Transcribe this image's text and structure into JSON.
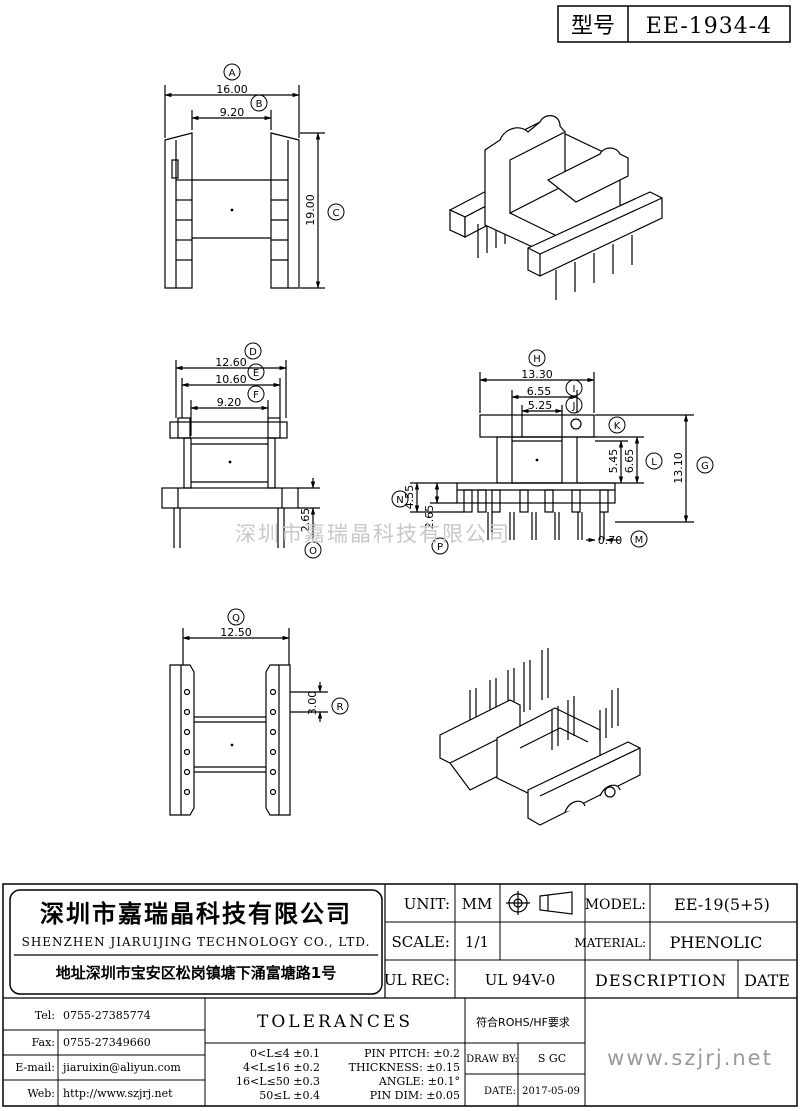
{
  "model_box": {
    "label": "型号",
    "value": "EE-1934-4"
  },
  "views": {
    "top": {
      "callouts": {
        "a": "A",
        "b": "B",
        "c": "C"
      },
      "dims": {
        "a": "16.00",
        "b": "9.20",
        "c": "19.00"
      }
    },
    "front": {
      "callouts": {
        "d": "D",
        "e": "E",
        "f": "F",
        "o": "O"
      },
      "dims": {
        "d": "12.60",
        "e": "10.60",
        "f": "9.20",
        "o": "2.65"
      }
    },
    "side": {
      "callouts": {
        "h": "H",
        "i": "I",
        "j": "J",
        "k": "K",
        "l": "L",
        "g": "G",
        "n": "N",
        "p": "P",
        "m": "M"
      },
      "dims": {
        "h": "13.30",
        "i": "6.55",
        "j": "5.25",
        "k": "5.45",
        "l": "6.65",
        "g": "13.10",
        "n": "4.55",
        "p": "2.65",
        "m": "0.70"
      }
    },
    "bottom": {
      "callouts": {
        "q": "Q",
        "r": "R"
      },
      "dims": {
        "q": "12.50",
        "r": "3.00"
      }
    }
  },
  "watermark": "深圳市嘉瑞晶科技有限公司",
  "company": {
    "name_cn": "深圳市嘉瑞晶科技有限公司",
    "name_en": "SHENZHEN JIARUIJING TECHNOLOGY CO., LTD.",
    "address": "地址深圳市宝安区松岗镇塘下涌富塘路1号"
  },
  "title_block": {
    "unit_label": "UNIT:",
    "unit_value": "MM",
    "scale_label": "SCALE:",
    "scale_value": "1/1",
    "ulrec_label": "UL REC:",
    "ulrec_value": "UL 94V-0",
    "model_label": "MODEL:",
    "model_value": "EE-19(5+5)",
    "material_label": "MATERIAL:",
    "material_value": "PHENOLIC",
    "description_label": "DESCRIPTION",
    "date_label": "DATE"
  },
  "contacts": [
    {
      "label": "Tel:",
      "value": "0755-27385774"
    },
    {
      "label": "Fax:",
      "value": "0755-27349660"
    },
    {
      "label": "E-mail:",
      "value": "jiaruixin@aliyun.com"
    },
    {
      "label": "Web:",
      "value": "http://www.szjrj.net"
    }
  ],
  "tolerances": {
    "title": "TOLERANCES",
    "ranges": [
      "0<L≤4 ±0.1",
      "4<L≤16 ±0.2",
      "16<L≤50 ±0.3",
      "50≤L ±0.4"
    ],
    "specs": [
      "PIN PITCH: ±0.2",
      "THICKNESS: ±0.15",
      "ANGLE: ±0.1°",
      "PIN DIM: ±0.05"
    ]
  },
  "rohs": "符合ROHS/HF要求",
  "draw_by_label": "DRAW BY:",
  "draw_by_value": "S GC",
  "date_label": "DATE:",
  "date_value": "2017-05-09",
  "website": "www.szjrj.net"
}
